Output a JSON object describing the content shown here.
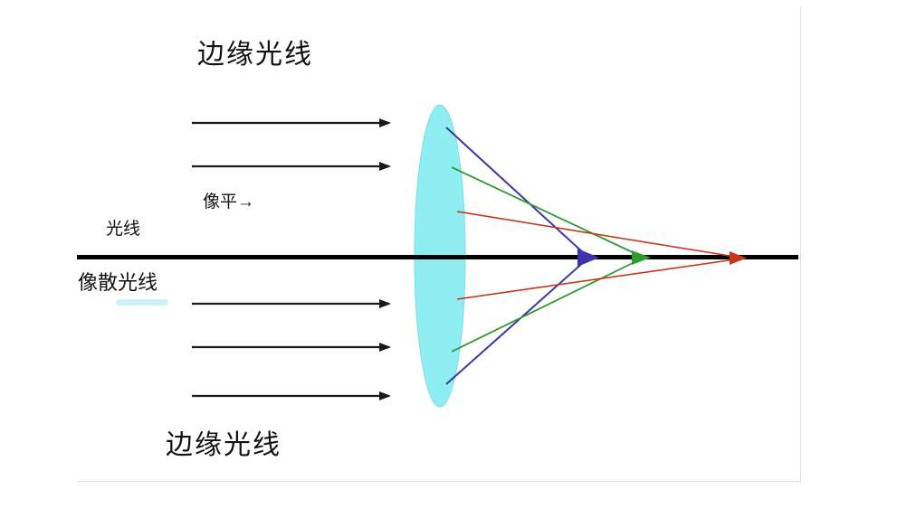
{
  "diagram": {
    "title": "lens-spherical-aberration-diagram",
    "labels": {
      "top_marginal": "边缘光线",
      "image_plane": "像平→",
      "ray": "光线",
      "astigmatic": "像散光线",
      "bottom_marginal": "边缘光线"
    },
    "colors": {
      "lens": "#8feef2",
      "lens_edge": "#79dde6",
      "axis": "#000000",
      "incoming_ray": "#1a1a1a",
      "marginal_ray": "#3a35a8",
      "mid_ray": "#2e9b2e",
      "paraxial_ray": "#c8371b"
    }
  }
}
